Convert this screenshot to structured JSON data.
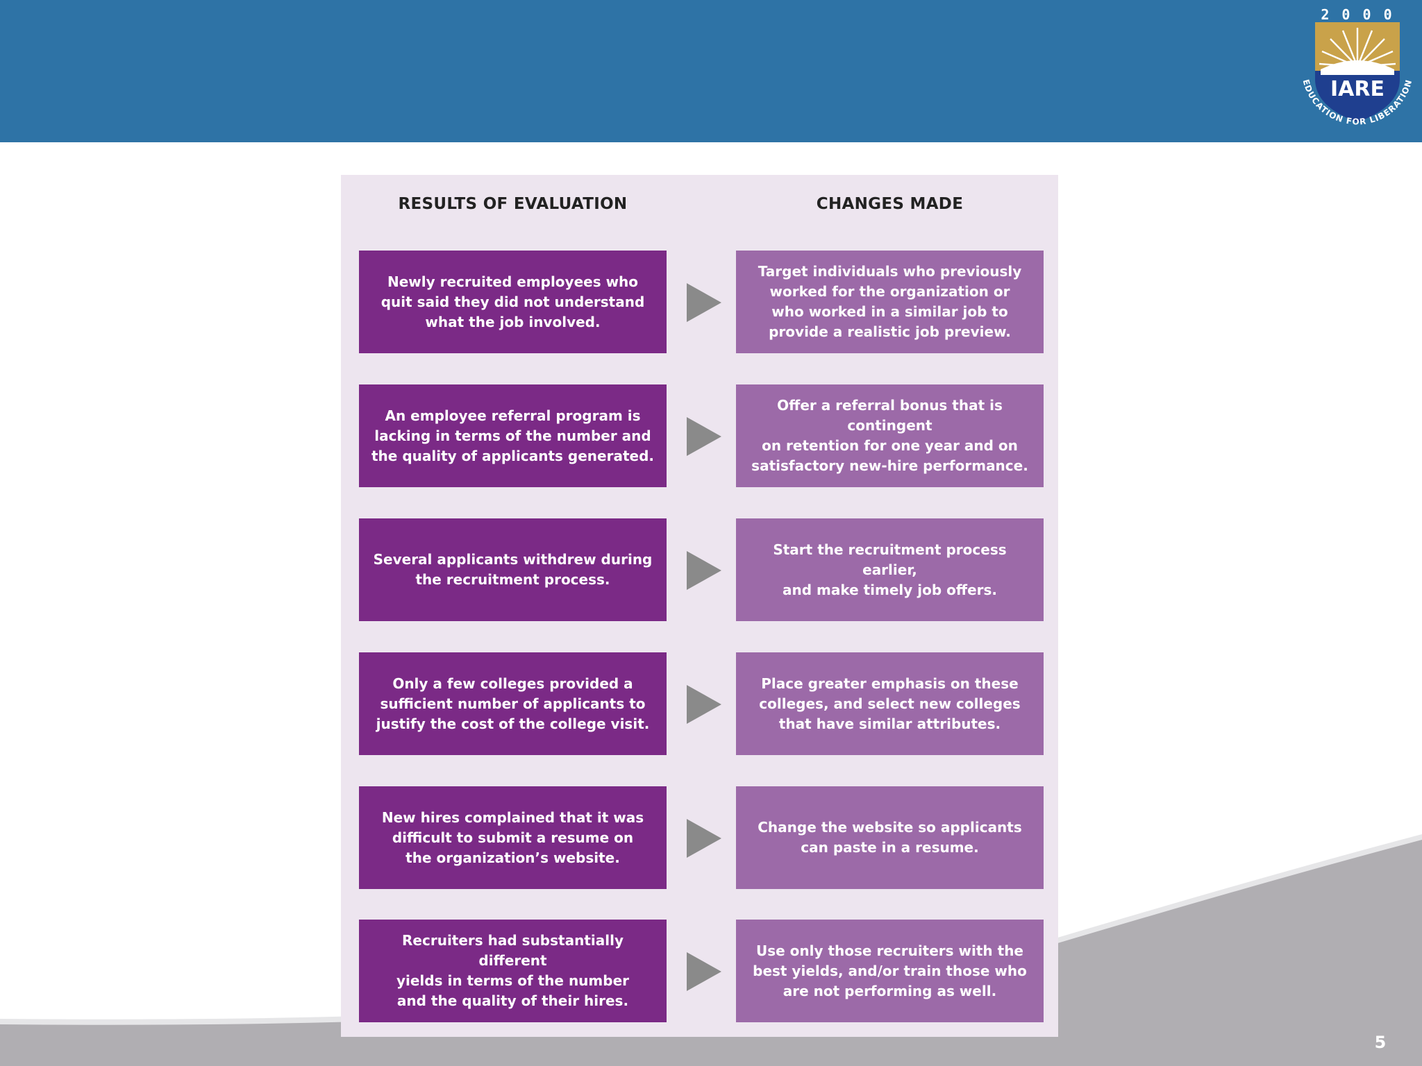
{
  "logo": {
    "year": "2 0 0 0",
    "name": "IARE",
    "motto": "EDUCATION FOR LIBERATION"
  },
  "headings": {
    "results": "RESULTS OF EVALUATION",
    "changes": "CHANGES MADE"
  },
  "rows": [
    {
      "result": "Newly recruited employees who\nquit said they did not understand\nwhat the job involved.",
      "change": "Target individuals who previously\nworked for the organization or\nwho worked in a similar job to\nprovide a realistic job preview."
    },
    {
      "result": "An employee referral program is\nlacking in terms of the number and\nthe quality of applicants generated.",
      "change": "Offer a referral bonus that is contingent\non retention for one year and on\nsatisfactory new-hire performance."
    },
    {
      "result": "Several applicants withdrew during\nthe recruitment process.",
      "change": "Start the recruitment process earlier,\nand make timely job offers."
    },
    {
      "result": "Only a few colleges provided a\nsufficient number of applicants to\njustify the cost of the college visit.",
      "change": "Place greater emphasis on these\ncolleges, and select new colleges\nthat have similar attributes."
    },
    {
      "result": "New hires complained that it was\ndifficult to submit a resume on\nthe organization’s website.",
      "change": "Change the website so applicants\ncan paste in a resume."
    },
    {
      "result": "Recruiters had substantially different\nyields in terms of the number\nand the quality of their hires.",
      "change": "Use only those recruiters with the\nbest yields, and/or train those who\nare not performing as well."
    }
  ],
  "page_number": "5",
  "colors": {
    "header": "#2e73a6",
    "result_box": "#7b2a86",
    "change_box": "#9c6aa8",
    "panel": "#ede5ef",
    "arrow": "#8a8a8a",
    "wave": "#b0aeb2"
  }
}
